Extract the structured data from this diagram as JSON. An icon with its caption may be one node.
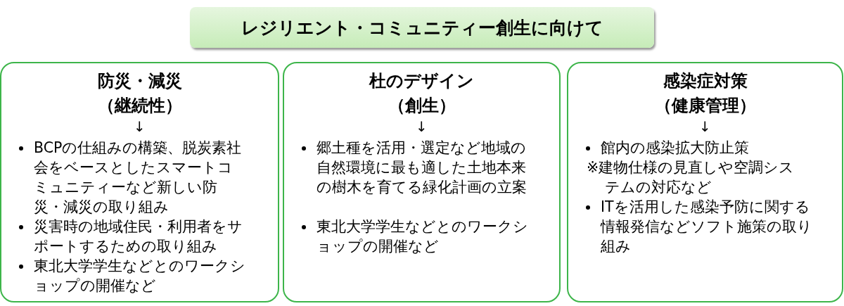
{
  "diagram": {
    "title": "レジリエント・コミュニティー創生に向けて",
    "nodes": [
      {
        "text": [
          "防災・減災",
          "（継続性）",
          "↓",
          "BCPの仕組みの構築、脱炭素社会をベースとしたスマートコミュニティーなど新しい防災・減災の取り組み",
          "災害時の地域住民・利用者をサポートするための取り組み",
          "東北大学学生などとのワークショップの開催など"
        ]
      },
      {
        "text": [
          "杜のデザイン",
          "（創生）",
          "↓",
          "郷土種を活用・選定など地域の自然環境に最も適した土地本来の樹木を育てる緑化計画の立案",
          "東北大学学生などとのワークショップの開催など"
        ]
      },
      {
        "text": [
          "感染症対策",
          "（健康管理）",
          "↓",
          "館内の感染拡大防止策",
          "※建物仕様の見直しや空調システムの対応など",
          "ITを活用した感染予防に関する情報発信などソフト施策の取り組み"
        ]
      }
    ]
  }
}
